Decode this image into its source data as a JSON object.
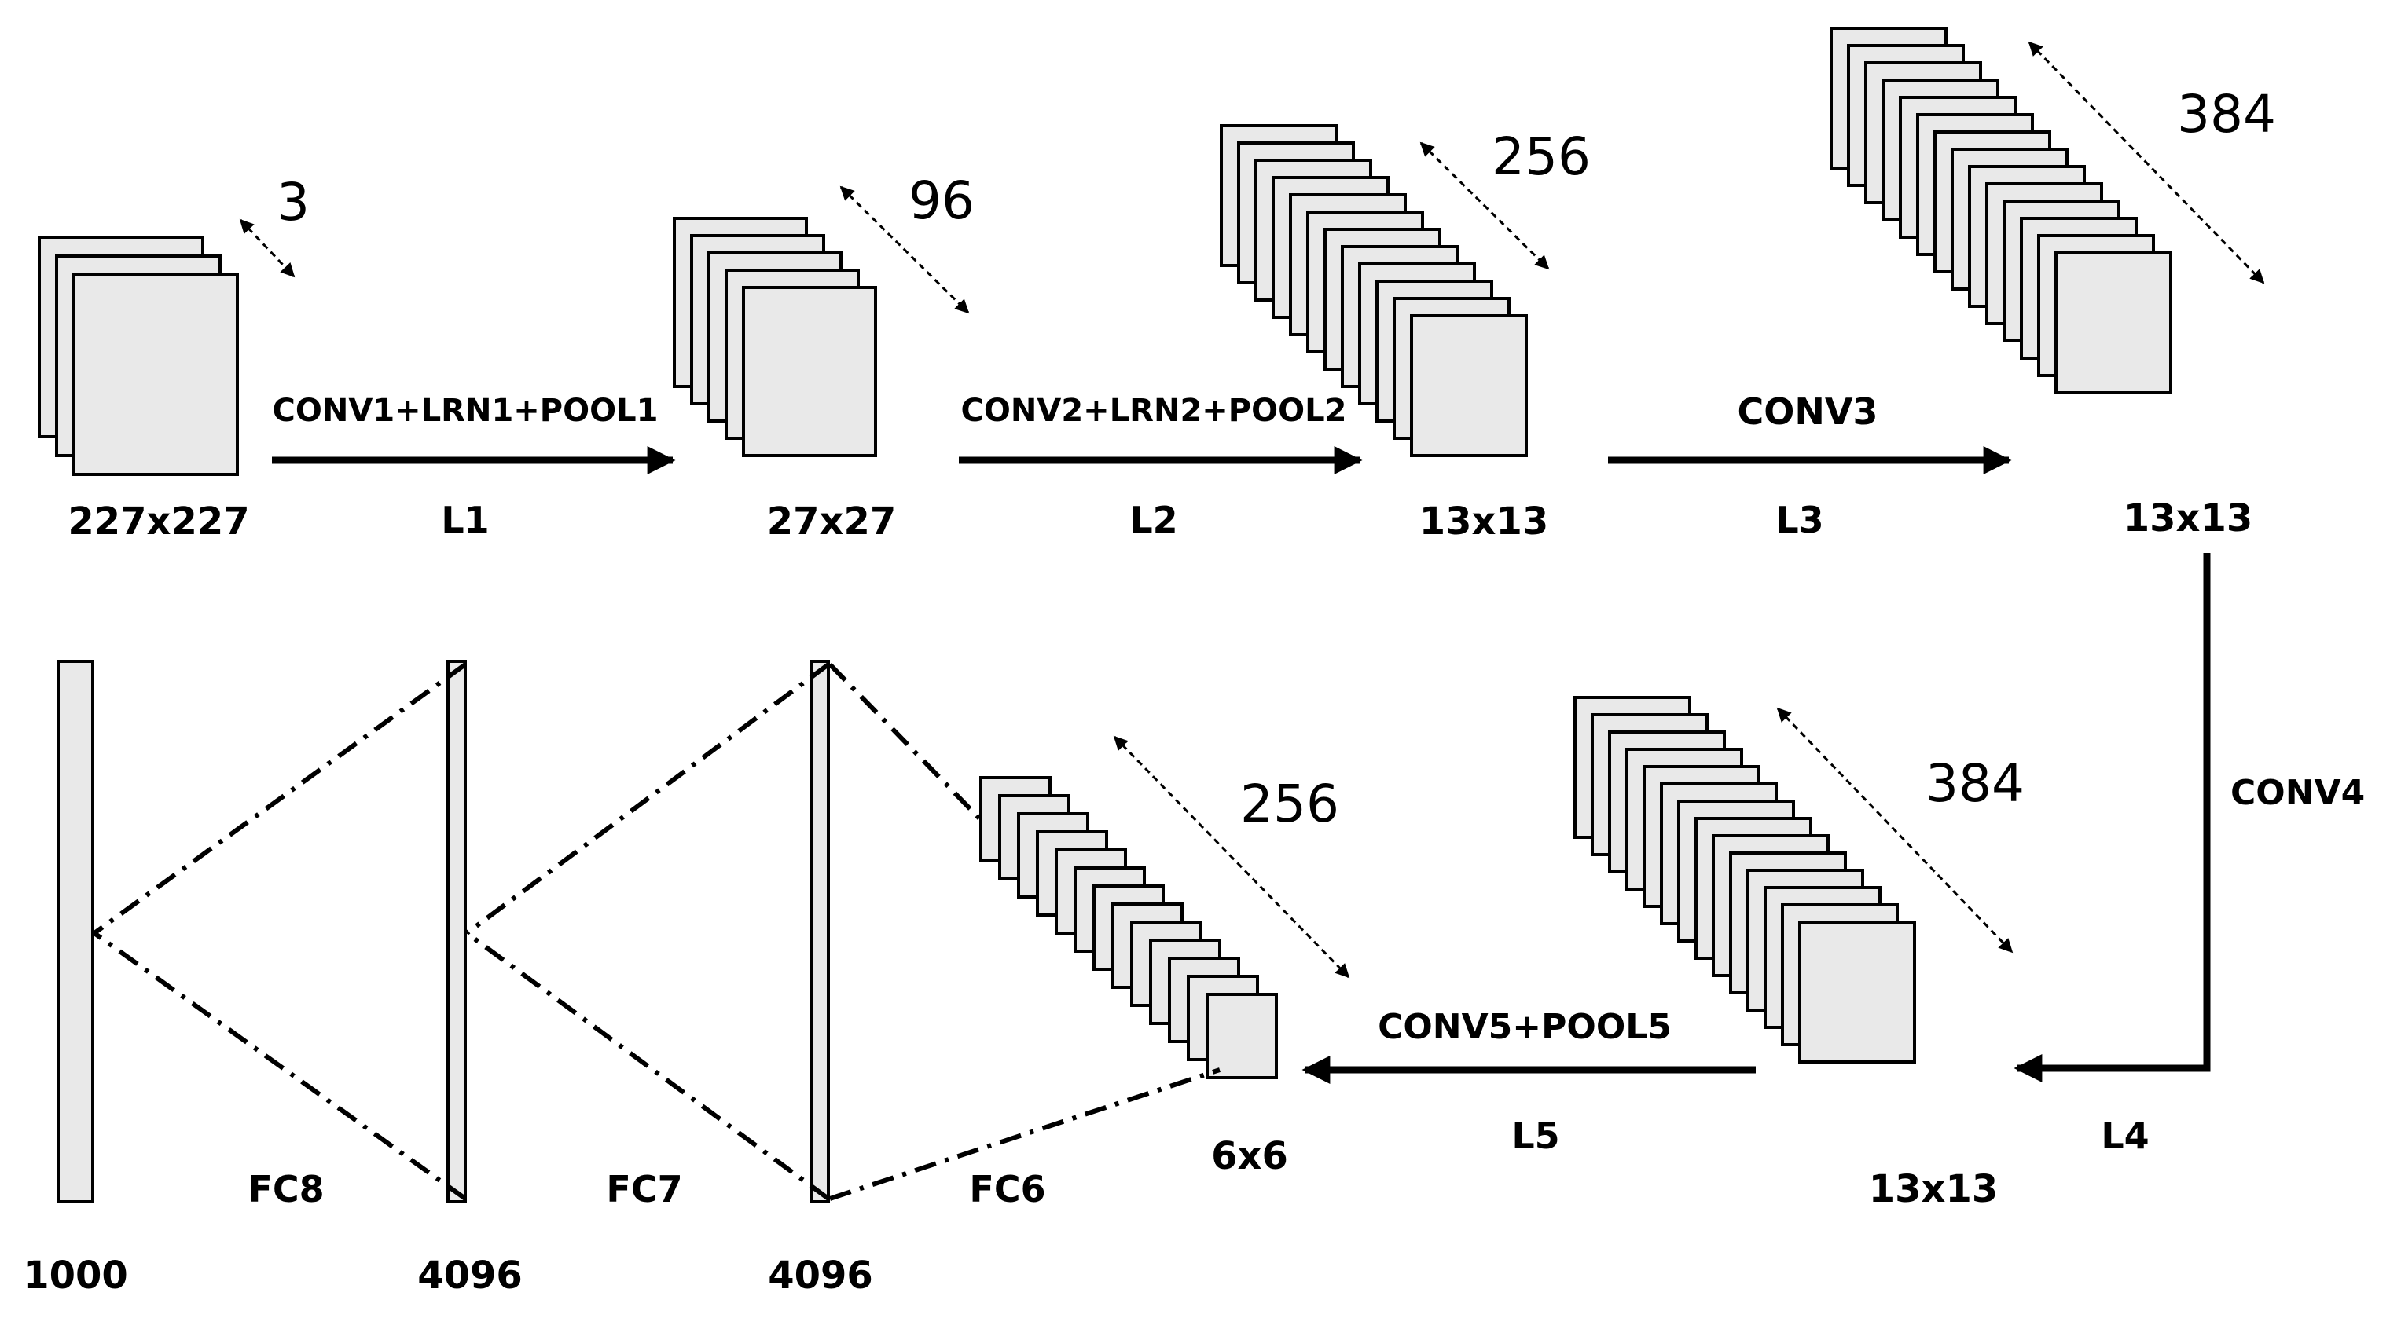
{
  "input": {
    "channels": "3",
    "size": "227x227"
  },
  "layer1": {
    "operation": "CONV1+LRN1+POOL1",
    "name": "L1",
    "channels": "96",
    "size": "27x27"
  },
  "layer2": {
    "operation": "CONV2+LRN2+POOL2",
    "name": "L2",
    "channels": "256",
    "size": "13x13"
  },
  "layer3": {
    "operation": "CONV3",
    "name": "L3",
    "channels": "384",
    "size": "13x13"
  },
  "layer4": {
    "operation": "CONV4",
    "name": "L4",
    "channels": "384",
    "size": "13x13"
  },
  "layer5": {
    "operation": "CONV5+POOL5",
    "name": "L5",
    "channels": "256",
    "size": "6x6"
  },
  "fully_connected": {
    "fc6": {
      "label": "FC6",
      "units": "4096"
    },
    "fc7": {
      "label": "FC7",
      "units": "4096"
    },
    "fc8": {
      "label": "FC8",
      "units": "1000"
    }
  }
}
